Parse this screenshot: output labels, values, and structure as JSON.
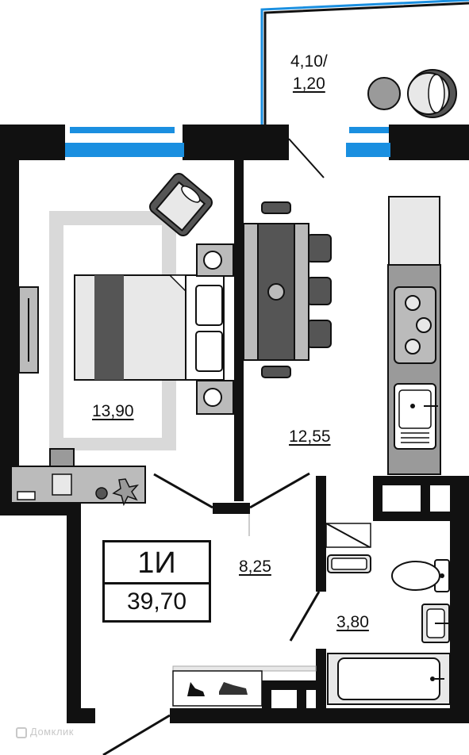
{
  "plan": {
    "balcony": {
      "label_line1": "4,10/",
      "label_line2": "1,20"
    },
    "rooms": [
      {
        "id": "bedroom",
        "area": "13,90"
      },
      {
        "id": "kitchen_living",
        "area": "12,55"
      },
      {
        "id": "hallway",
        "area": "8,25"
      },
      {
        "id": "bathroom",
        "area": "3,80"
      }
    ],
    "apartment": {
      "type": "1И",
      "total_area": "39,70"
    },
    "watermark": "Домклик",
    "colors": {
      "wall": "#111111",
      "window": "#1a8fe0",
      "furniture_dark": "#555555",
      "furniture_mid": "#9a9a9a",
      "furniture_light": "#e8e8e8",
      "rug": "#d9d9d9"
    }
  }
}
